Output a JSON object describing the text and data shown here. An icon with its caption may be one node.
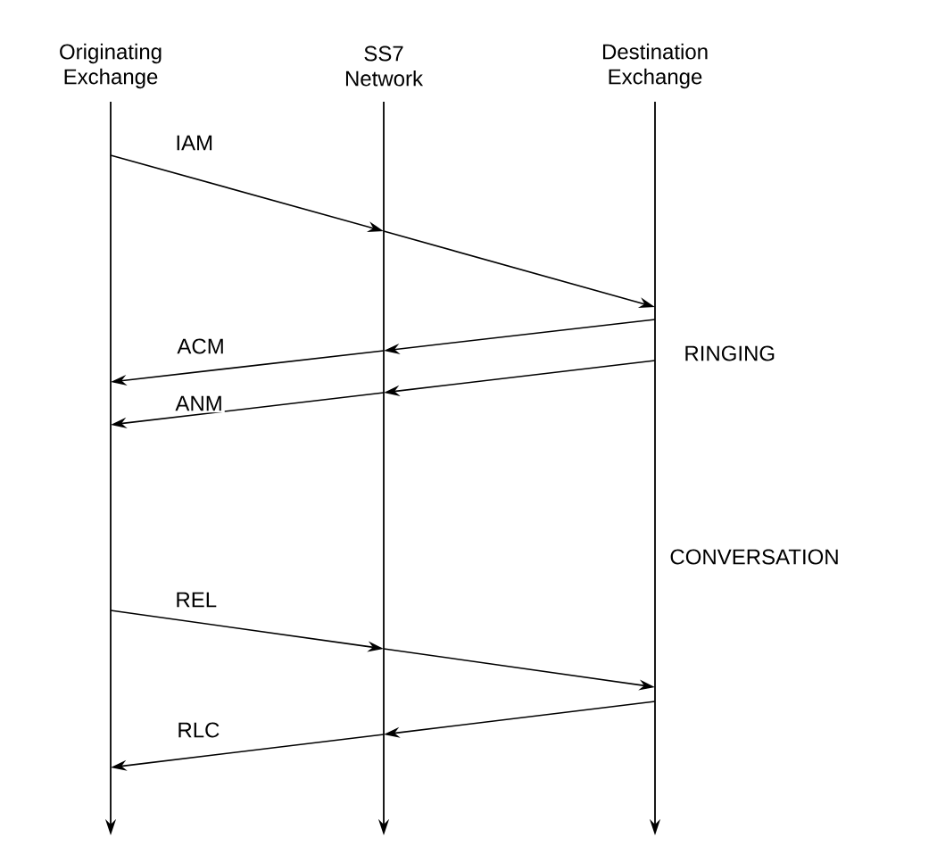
{
  "diagram": {
    "nodes": [
      {
        "text": [
          "Originating Exchange"
        ]
      },
      {
        "text": [
          "SS7 Network"
        ]
      },
      {
        "text": [
          "Destination Exchange"
        ]
      }
    ],
    "edges": [
      {
        "from": 0,
        "to": 1,
        "arrow": "to",
        "label": "IAM"
      },
      {
        "from": 1,
        "to": 2,
        "arrow": "to"
      },
      {
        "from": 2,
        "to": 1,
        "arrow": "to"
      },
      {
        "from": 1,
        "to": 0,
        "arrow": "to",
        "label": "ACM"
      },
      {
        "from": 2,
        "to": 1,
        "arrow": "to"
      },
      {
        "from": 1,
        "to": 0,
        "arrow": "to",
        "label": "ANM"
      },
      {
        "from": 0,
        "to": 1,
        "arrow": "to",
        "label": "REL"
      },
      {
        "from": 1,
        "to": 2,
        "arrow": "to"
      },
      {
        "from": 2,
        "to": 1,
        "arrow": "to"
      },
      {
        "from": 1,
        "to": 0,
        "arrow": "to",
        "label": "RLC"
      }
    ],
    "labels": [
      "RINGING",
      "CONVERSATION"
    ]
  }
}
